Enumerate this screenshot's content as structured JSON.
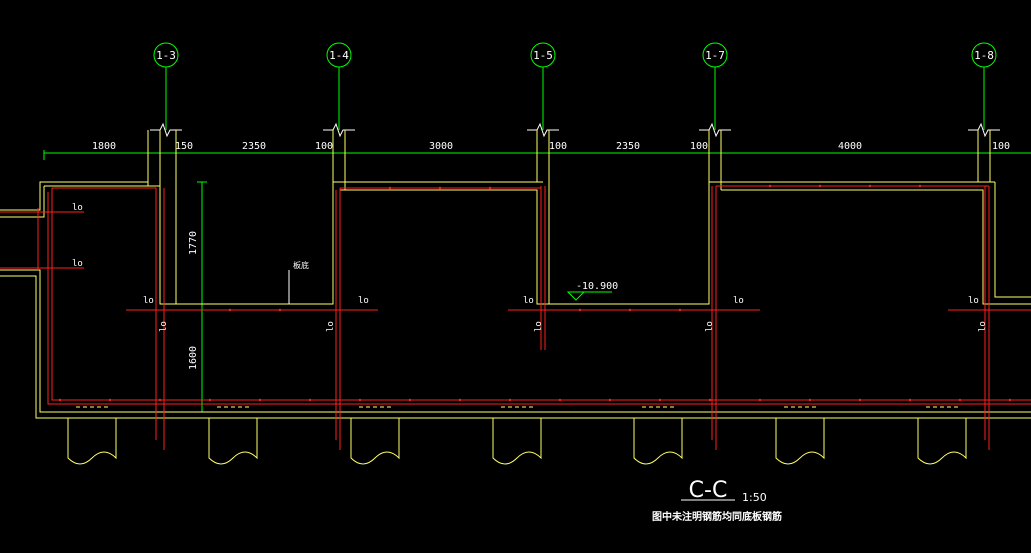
{
  "drawing": {
    "axes": [
      "1-3",
      "1-4",
      "1-5",
      "1-7",
      "1-8"
    ],
    "dimensions": [
      "1800",
      "150",
      "2350",
      "100",
      "3000",
      "100",
      "2350",
      "100",
      "4000",
      "100"
    ],
    "vertical_dimensions": [
      "1770",
      "1600"
    ],
    "lo_label": "lo",
    "elevation": "-10.900",
    "small_note": "板底",
    "section_title": "C-C",
    "scale": "1:50",
    "note": "图中未注明钢筋均同底板钢筋"
  },
  "colors": {
    "background": "#000000",
    "grid": "#00ff00",
    "wall": "#ffff66",
    "rebar": "#ff2020",
    "text": "#ffffff"
  }
}
